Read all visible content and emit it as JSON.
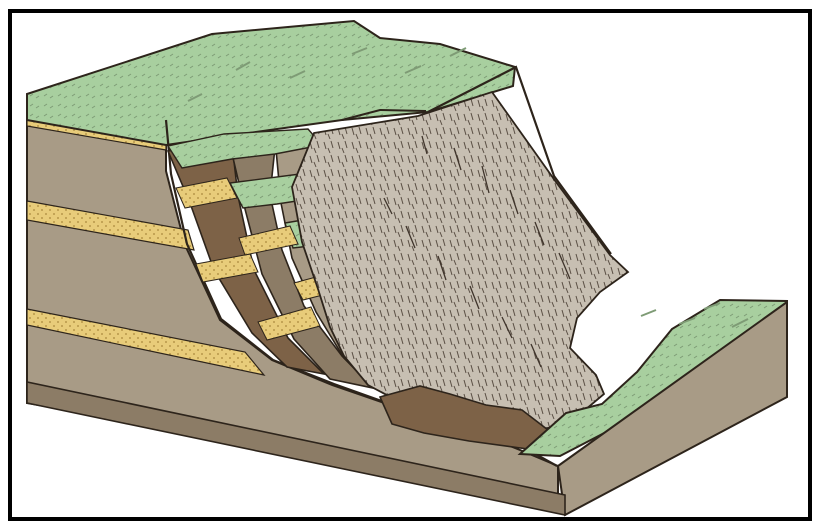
{
  "diagram": {
    "colors": {
      "frame": "#000000",
      "background": "#ffffff",
      "ground_surface": "#a8cf9f",
      "bedrock": "#a89b86",
      "bedrock_dark": "#8c7c66",
      "sand_layer": "#e8cc7a",
      "debris": "#c7bfb2",
      "slump_dark": "#7d6247",
      "line": "#2d241b"
    },
    "elements": [
      "block-diagram",
      "ground-surface",
      "rock-layers",
      "rotational-slump-blocks",
      "slide-scarp",
      "debris-flow",
      "valley-floor"
    ]
  }
}
